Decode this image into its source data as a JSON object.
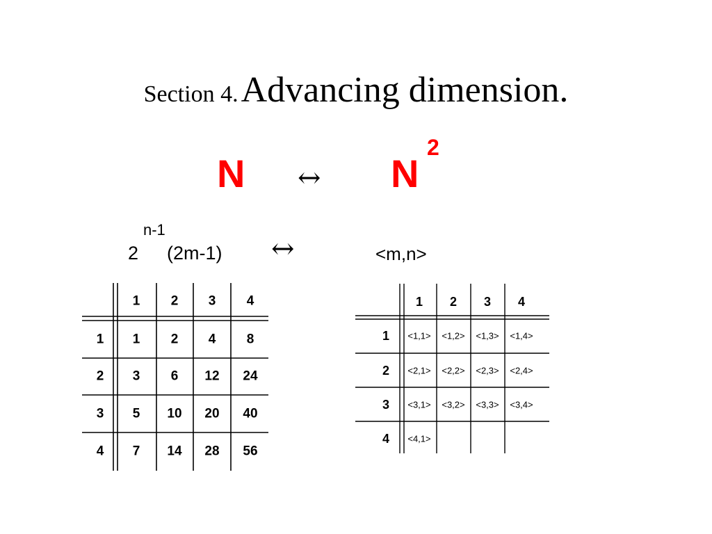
{
  "title": {
    "section": "Section 4.",
    "heading": "Advancing dimension."
  },
  "mapping": {
    "left": "N",
    "arrow": "↔",
    "right": "N",
    "right_exp": "2"
  },
  "formula": {
    "base": "2",
    "exponent": "n-1",
    "rest": "(2m-1)",
    "arrow": "↔",
    "pair": "<m,n>"
  },
  "table_left": {
    "col_headers": [
      "1",
      "2",
      "3",
      "4"
    ],
    "row_headers": [
      "1",
      "2",
      "3",
      "4"
    ],
    "rows": [
      [
        "1",
        "2",
        "4",
        "8"
      ],
      [
        "3",
        "6",
        "12",
        "24"
      ],
      [
        "5",
        "10",
        "20",
        "40"
      ],
      [
        "7",
        "14",
        "28",
        "56"
      ]
    ]
  },
  "table_right": {
    "col_headers": [
      "1",
      "2",
      "3",
      "4"
    ],
    "row_headers": [
      "1",
      "2",
      "3",
      "4"
    ],
    "rows": [
      [
        "<1,1>",
        "<1,2>",
        "<1,3>",
        "<1,4>"
      ],
      [
        "<2,1>",
        "<2,2>",
        "<2,3>",
        "<2,4>"
      ],
      [
        "<3,1>",
        "<3,2>",
        "<3,3>",
        "<3,4>"
      ],
      [
        "<4,1>",
        "",
        "",
        ""
      ]
    ]
  }
}
